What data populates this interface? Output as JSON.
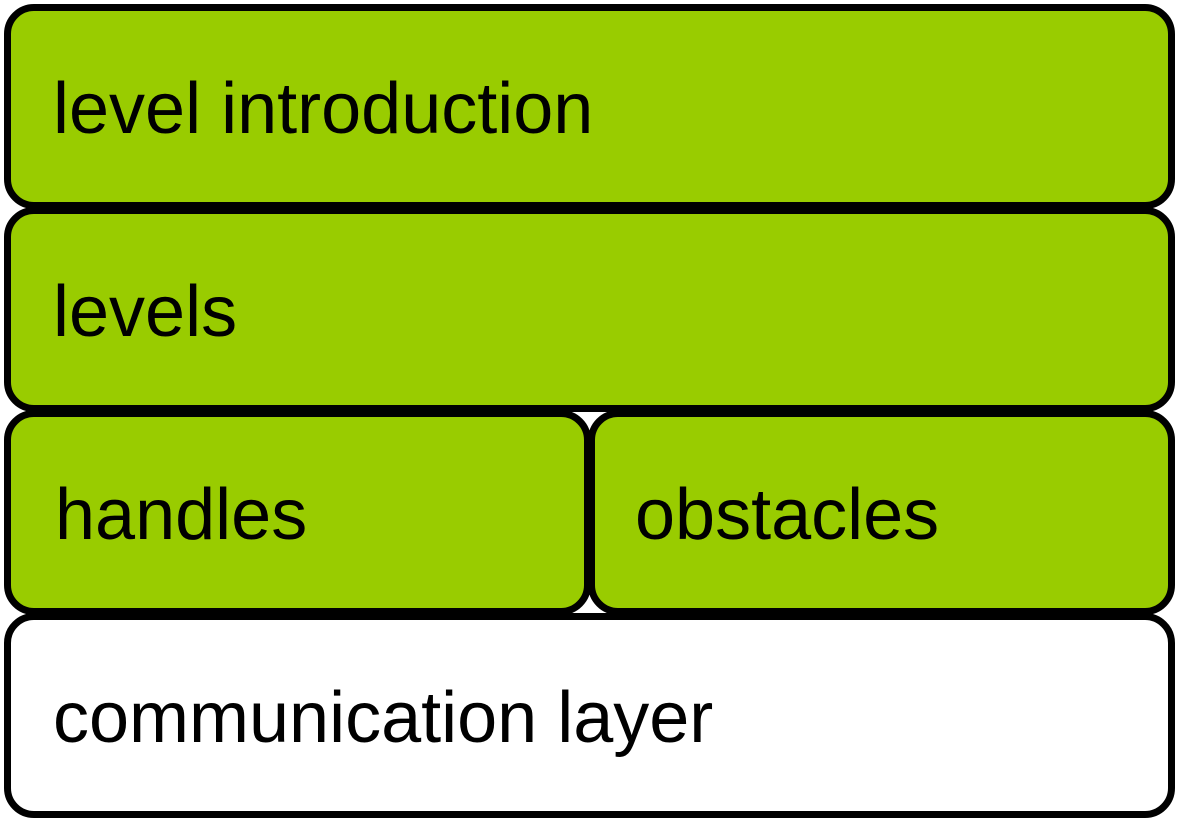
{
  "colors": {
    "green": "#99cc00",
    "white": "#ffffff",
    "border": "#000000",
    "text": "#000000"
  },
  "diagram": {
    "blocks": {
      "level_introduction": {
        "label": "level introduction",
        "fill": "#99cc00"
      },
      "levels": {
        "label": "levels",
        "fill": "#99cc00"
      },
      "handles": {
        "label": "handles",
        "fill": "#99cc00"
      },
      "obstacles": {
        "label": "obstacles",
        "fill": "#99cc00"
      },
      "communication_layer": {
        "label": "communication layer",
        "fill": "#ffffff"
      }
    }
  }
}
